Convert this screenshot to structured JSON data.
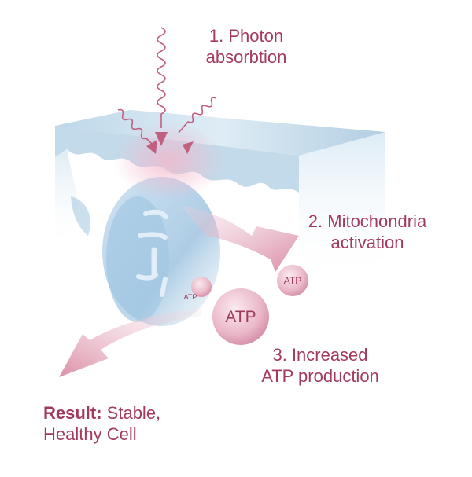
{
  "steps": {
    "step1_line1": "1. Photon",
    "step1_line2": "absorbtion",
    "step2_line1": "2. Mitochondria",
    "step2_line2": "activation",
    "step3_line1": "3. Increased",
    "step3_line2": "ATP production"
  },
  "result": {
    "label": "Result:",
    "line1_rest": " Stable,",
    "line2": "Healthy Cell"
  },
  "atp": {
    "big": "ATP",
    "medium": "ATP",
    "small": "ATP"
  },
  "colors": {
    "accent": "#a23a5c",
    "tissue_blue": "#bcd8ea",
    "arrow_pink": "#d98aa2"
  }
}
